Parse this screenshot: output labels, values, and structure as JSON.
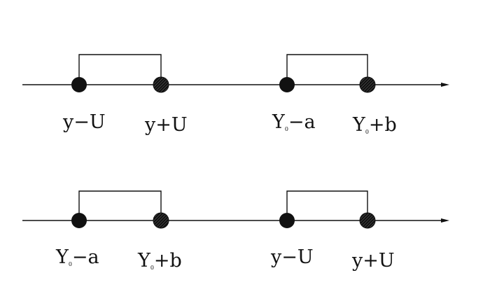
{
  "diagram": {
    "rows": [
      {
        "labels": [
          {
            "main": "y−U",
            "sub": ""
          },
          {
            "main": "y+U",
            "sub": ""
          },
          {
            "main": "Y",
            "sub": "0",
            "tail": "−a"
          },
          {
            "main": "Y",
            "sub": "0",
            "tail": "+b"
          }
        ]
      },
      {
        "labels": [
          {
            "main": "Y",
            "sub": "0",
            "tail": "−a"
          },
          {
            "main": "Y",
            "sub": "0",
            "tail": "+b"
          },
          {
            "main": "y−U",
            "sub": ""
          },
          {
            "main": "y+U",
            "sub": ""
          }
        ]
      }
    ]
  }
}
